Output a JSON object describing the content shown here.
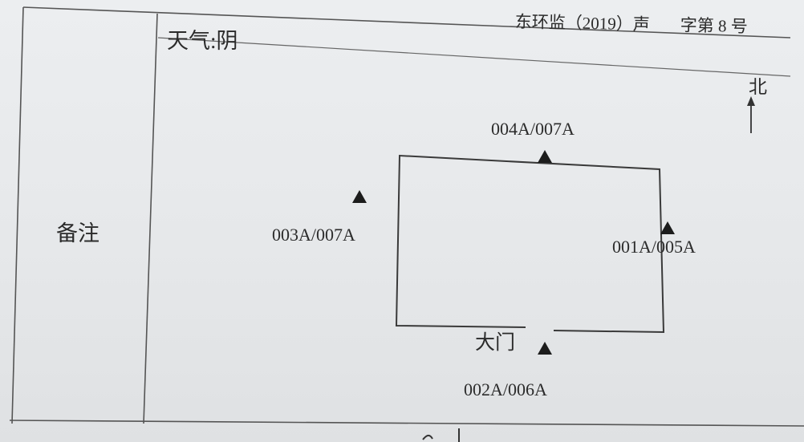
{
  "header": {
    "doc_prefix": "东环监（2019）声",
    "doc_suffix": "字第 8 号"
  },
  "weather_label": "天气:阴",
  "remarks_label": "备注",
  "map": {
    "north_label": "北",
    "gate_label": "大门",
    "points": {
      "north": "004A/007A",
      "west": "003A/007A",
      "east": "001A/005A",
      "south": "002A/006A"
    }
  }
}
